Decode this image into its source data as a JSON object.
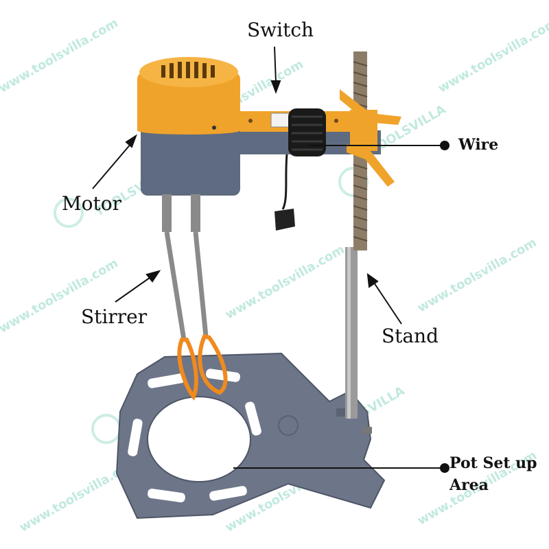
{
  "labels": {
    "switch": "Switch",
    "motor": "Motor",
    "wire": "Wire",
    "stirrer": "Stirrer",
    "stand": "Stand",
    "pot_line1": "Pot Set up",
    "pot_line2": "Area"
  },
  "watermark": {
    "url": "www.toolsvilla.com",
    "brand": "TOOLSVILLA"
  },
  "colors": {
    "motor_orange": "#f0a32a",
    "body_blue_grey": "#5f6b80",
    "base_grey": "#6d7589",
    "watermark_teal": "#8fd8c6"
  }
}
